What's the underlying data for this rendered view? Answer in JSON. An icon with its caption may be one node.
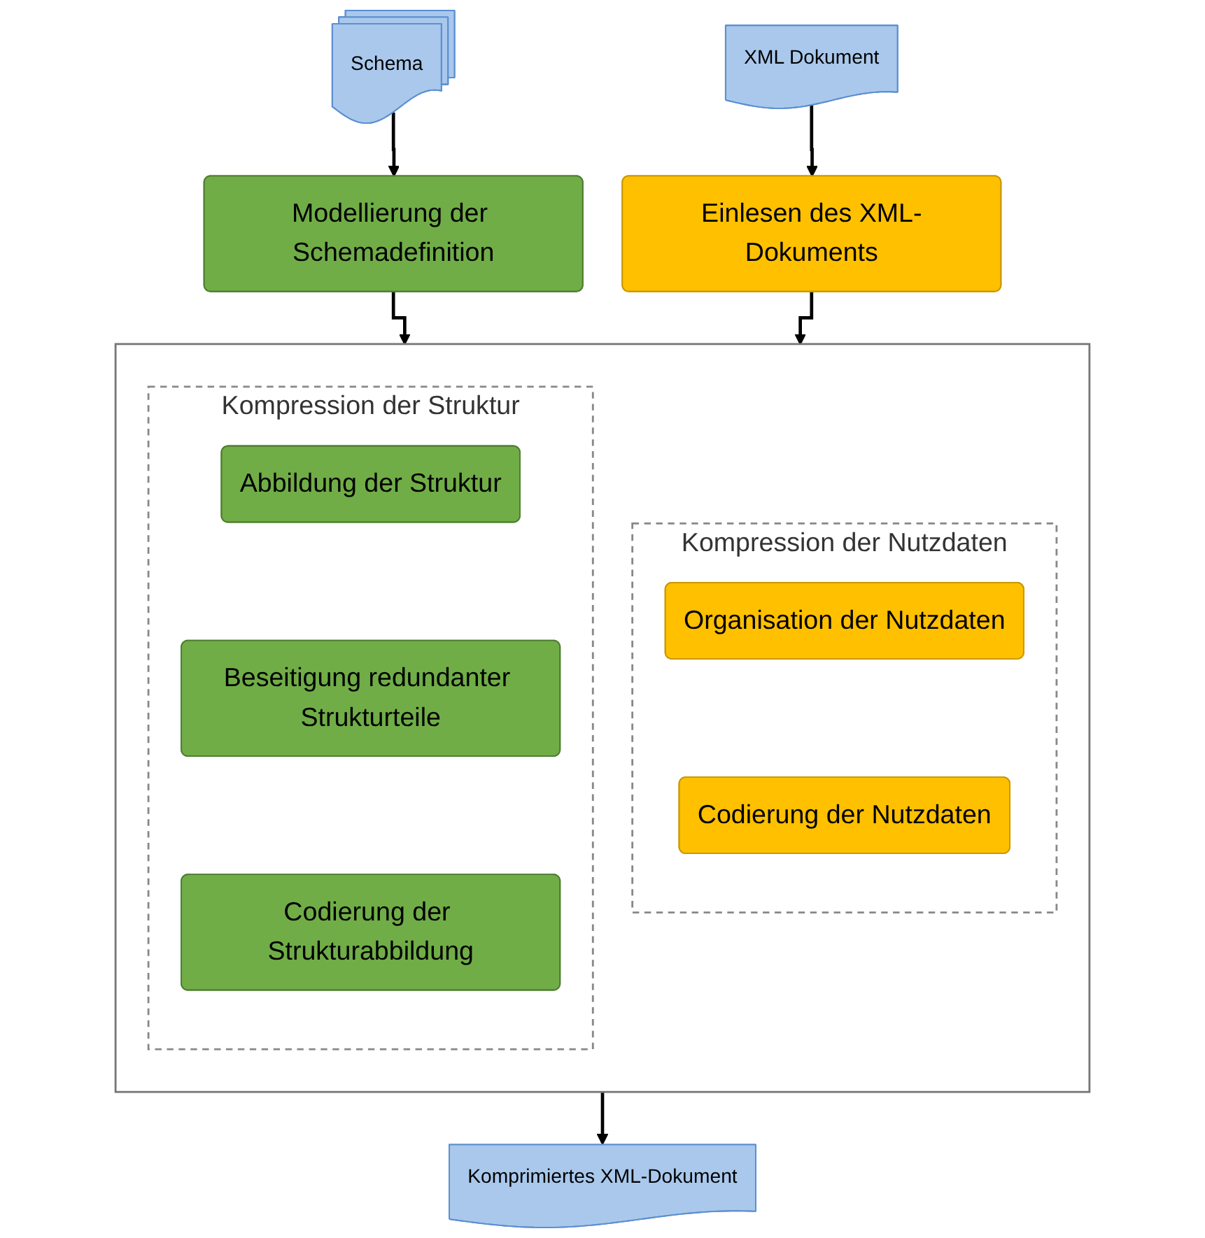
{
  "diagram": {
    "nodes": [
      {
        "text": [
          "Schema"
        ]
      },
      {
        "text": [
          "XML Dokument"
        ]
      },
      {
        "text": [
          "Modellierung der Schemadefinition"
        ]
      },
      {
        "text": [
          "Einlesen des XML-Dokuments"
        ]
      },
      {
        "text": [],
        "shape": "box"
      },
      {
        "text": [
          "Kompression der Struktur"
        ],
        "in": 4
      },
      {
        "text": [
          "Abbildung der Struktur"
        ],
        "in": 5
      },
      {
        "text": [
          "Beseitigung redundanter Strukturteile"
        ],
        "in": 5
      },
      {
        "text": [
          "Codierung der Strukturabbildung"
        ],
        "in": 5
      },
      {
        "text": [
          "Kompression der Nutzdaten"
        ],
        "in": 4
      },
      {
        "text": [
          "Organisation der Nutzdaten"
        ],
        "in": 9
      },
      {
        "text": [
          "Codierung der Nutzdaten"
        ],
        "in": 9
      },
      {
        "text": [
          "Komprimiertes XML-Dokument"
        ]
      }
    ],
    "edges": [
      {
        "from": 0,
        "to": 2,
        "arrow": "to"
      },
      {
        "from": 1,
        "to": 3,
        "arrow": "to"
      },
      {
        "from": 2,
        "to": 4,
        "arrow": "to"
      },
      {
        "from": 3,
        "to": 4,
        "arrow": "to"
      },
      {
        "from": 4,
        "to": 12,
        "arrow": "to"
      }
    ]
  }
}
